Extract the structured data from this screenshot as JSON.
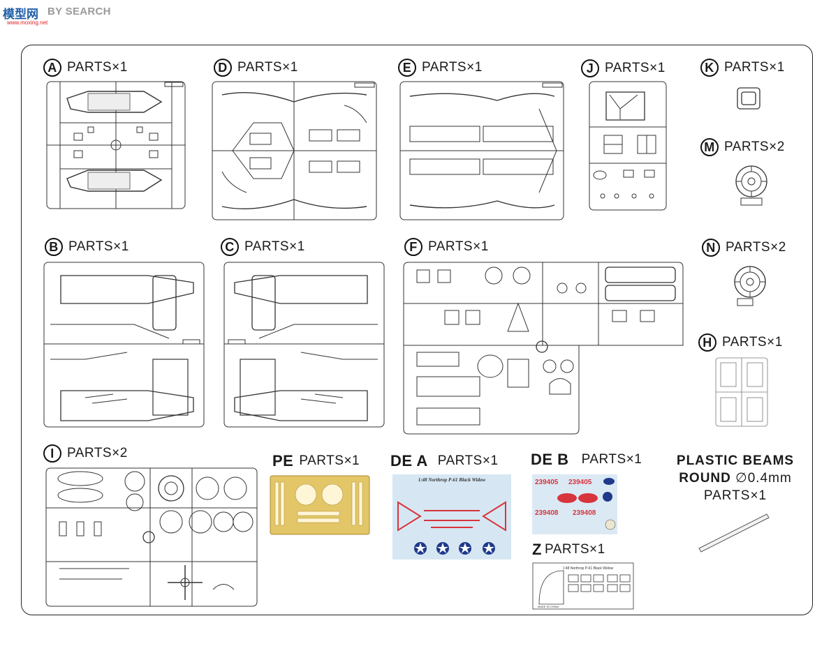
{
  "logo": {
    "glyphs": "模型网",
    "word": "BY SEARCH",
    "url": "www.moxing.net"
  },
  "labels": {
    "A": {
      "id": "A",
      "text": "PARTS×1"
    },
    "D": {
      "id": "D",
      "text": "PARTS×1"
    },
    "E": {
      "id": "E",
      "text": "PARTS×1"
    },
    "J": {
      "id": "J",
      "text": "PARTS×1"
    },
    "K": {
      "id": "K",
      "text": "PARTS×1"
    },
    "M": {
      "id": "M",
      "text": "PARTS×2"
    },
    "B": {
      "id": "B",
      "text": "PARTS×1"
    },
    "C": {
      "id": "C",
      "text": "PARTS×1"
    },
    "F": {
      "id": "F",
      "text": "PARTS×1"
    },
    "N": {
      "id": "N",
      "text": "PARTS×2"
    },
    "H": {
      "id": "H",
      "text": "PARTS×1"
    },
    "I": {
      "id": "I",
      "text": "PARTS×2"
    },
    "PE": {
      "id": "PE",
      "text": "PARTS×1"
    },
    "DEA": {
      "id": "DE A",
      "text": "PARTS×1"
    },
    "DEB": {
      "id": "DE B",
      "text": "PARTS×1"
    },
    "Z": {
      "id": "Z",
      "text": "PARTS×1"
    }
  },
  "plastic": {
    "line1": "PLASTIC BEAMS",
    "line2a": "ROUND",
    "line2b": "∅0.4mm",
    "line3": "PARTS×1"
  },
  "decal_a": {
    "title": "1:48 Northrop P-61 Black Widow"
  },
  "decal_b": {
    "serial1": "239405",
    "serial2": "239408"
  },
  "mask_z": {
    "title": "1:48 Northrop P-61 Black Widow",
    "footer": "MADE IN CHINA"
  },
  "colors": {
    "frame": "#222222",
    "pe_gold": "#e3c668",
    "decal_red": "#d8343c",
    "decal_blue": "#1f3a8a",
    "decal_bg": "#d6e7f3",
    "logo_blue": "#1f5ea8"
  }
}
